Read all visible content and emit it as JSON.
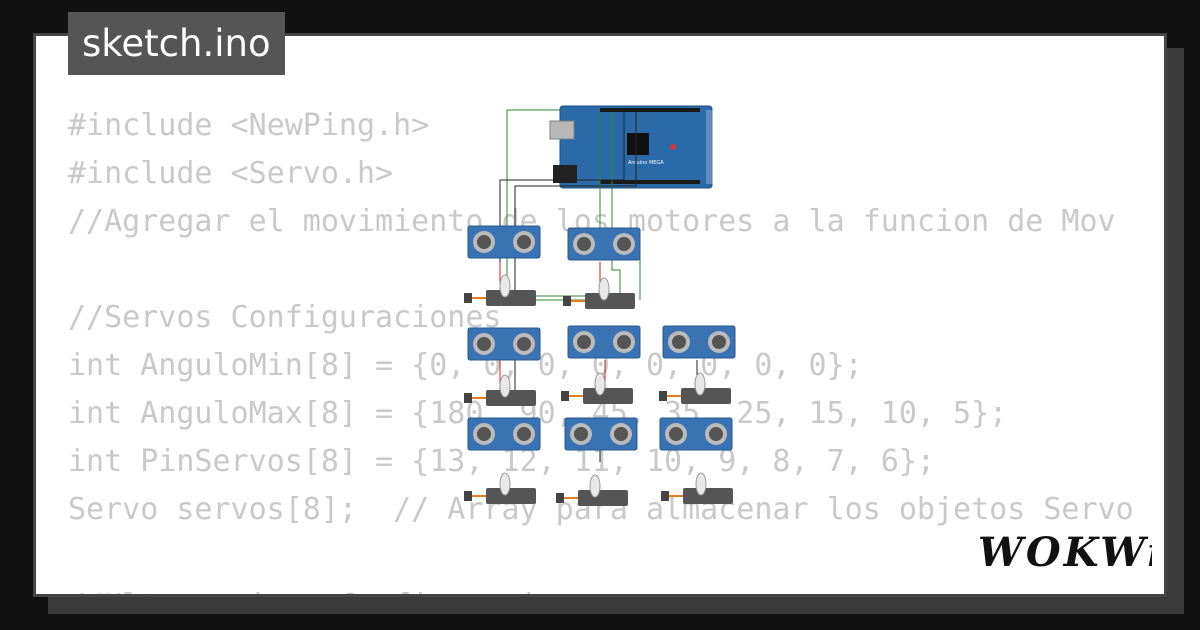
{
  "project": {
    "file_name": "sketch.ino"
  },
  "brand": {
    "logo_text": "WOKWi"
  },
  "board": {
    "label": "Arduino MEGA"
  },
  "code": {
    "lines": [
      "#include <NewPing.h>",
      "#include <Servo.h>",
      "//Agregar el movimiento de los motores a la funcion de Mov",
      "",
      "//Servos Configuraciones",
      "int AnguloMin[8] = {0, 0, 0, 0, 0, 0, 0, 0};",
      "int AnguloMax[8] = {180, 90, 45, 35, 25, 15, 10, 5};",
      "int PinServos[8] = {13, 12, 11, 10, 9, 8, 7, 6};",
      "Servo servos[8];  // Array para almacenar los objetos Servo",
      "",
      "//Ultrasonicos Configuraciones"
    ]
  },
  "colors": {
    "board": "#2a6aa8",
    "sensor": "#3a73b3",
    "servo": "#555555",
    "wire_green": "#2d8a2d",
    "wire_red": "#cc2222",
    "wire_black": "#222222",
    "code_text": "#c9c9c9",
    "tab_bg": "#555555"
  }
}
